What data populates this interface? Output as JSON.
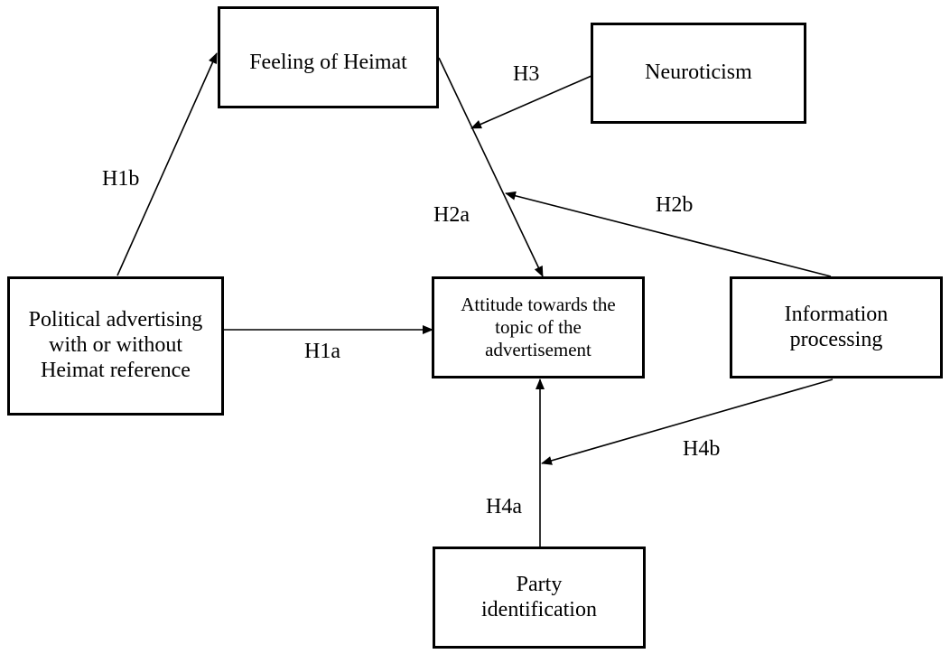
{
  "nodes": {
    "political": "Political advertising with or without Heimat reference",
    "heimat": "Feeling of Heimat",
    "neuroticism": "Neuroticism",
    "attitude": "Attitude towards the topic of the advertisement",
    "info": "Information processing",
    "party": "Party identification"
  },
  "edges": {
    "h1a": "H1a",
    "h1b": "H1b",
    "h2a": "H2a",
    "h2b": "H2b",
    "h3": "H3",
    "h4a": "H4a",
    "h4b": "H4b"
  }
}
